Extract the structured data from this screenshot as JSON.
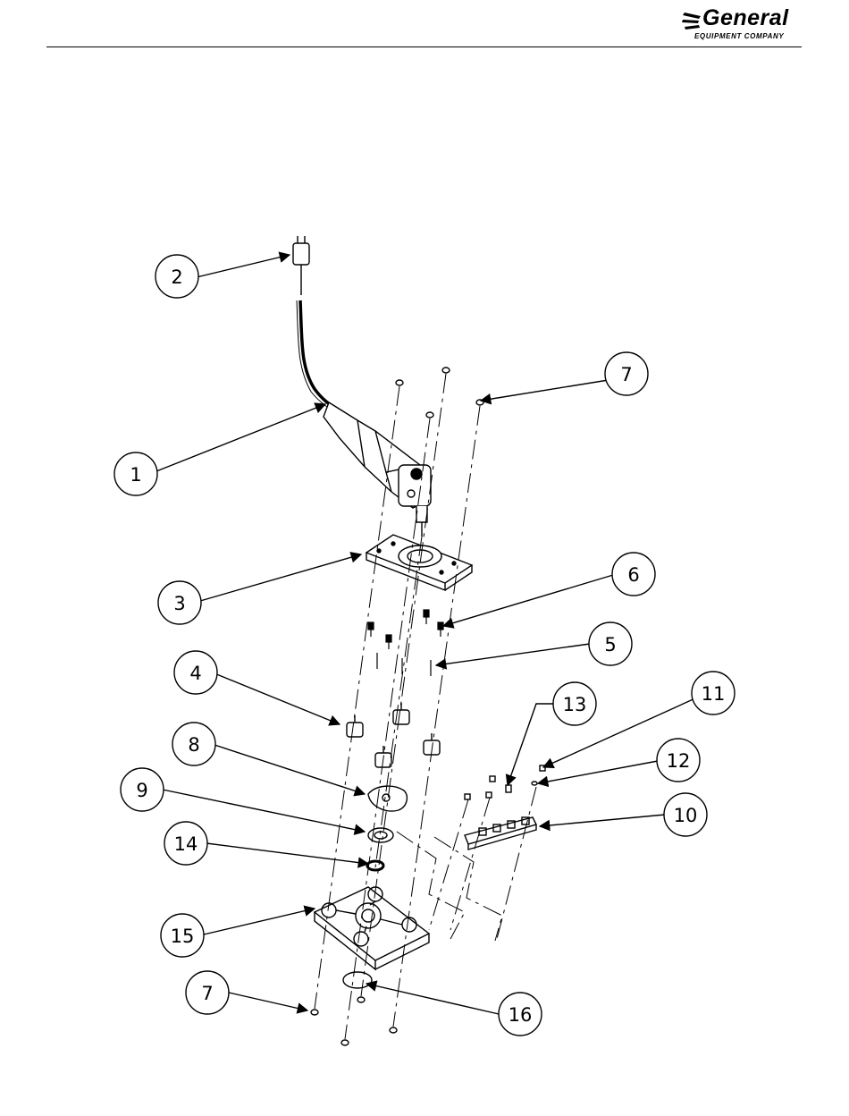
{
  "brand": {
    "name": "General",
    "subtitle": "EQUIPMENT COMPANY"
  },
  "callouts": [
    {
      "id": "c1",
      "label": "1"
    },
    {
      "id": "c2",
      "label": "2"
    },
    {
      "id": "c3",
      "label": "3"
    },
    {
      "id": "c4",
      "label": "4"
    },
    {
      "id": "c5",
      "label": "5"
    },
    {
      "id": "c6",
      "label": "6"
    },
    {
      "id": "c7a",
      "label": "7"
    },
    {
      "id": "c7b",
      "label": "7"
    },
    {
      "id": "c8",
      "label": "8"
    },
    {
      "id": "c9",
      "label": "9"
    },
    {
      "id": "c10",
      "label": "10"
    },
    {
      "id": "c11",
      "label": "11"
    },
    {
      "id": "c12",
      "label": "12"
    },
    {
      "id": "c13",
      "label": "13"
    },
    {
      "id": "c14",
      "label": "14"
    },
    {
      "id": "c15",
      "label": "15"
    },
    {
      "id": "c16",
      "label": "16"
    }
  ]
}
